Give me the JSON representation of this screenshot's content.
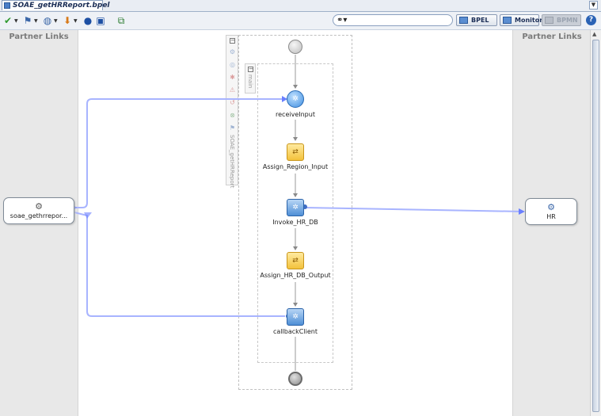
{
  "tab": {
    "title": "SOAE_getHRReport.bpel"
  },
  "toolbar": {
    "search_value": "",
    "buttons": [
      {
        "label": "BPEL",
        "enabled": true
      },
      {
        "label": "Monitor",
        "enabled": true
      },
      {
        "label": "BPMN",
        "enabled": false
      }
    ]
  },
  "lanes": {
    "left_title": "Partner Links",
    "right_title": "Partner Links"
  },
  "partner_links": {
    "client": {
      "label": "soae_gethrrepor..."
    },
    "hr": {
      "label": "HR"
    }
  },
  "scopes": {
    "process_label": "SOAE_getHRReport",
    "main_label": "main"
  },
  "activities": [
    {
      "label": "receiveInput",
      "kind": "receive"
    },
    {
      "label": "Assign_Region_Input",
      "kind": "assign"
    },
    {
      "label": "Invoke_HR_DB",
      "kind": "invoke"
    },
    {
      "label": "Assign_HR_DB_Output",
      "kind": "assign"
    },
    {
      "label": "callbackClient",
      "kind": "invoke"
    }
  ],
  "colors": {
    "link_line": "#a8b4ff",
    "assign": "#f3c23c",
    "invoke": "#4f8fd6"
  }
}
